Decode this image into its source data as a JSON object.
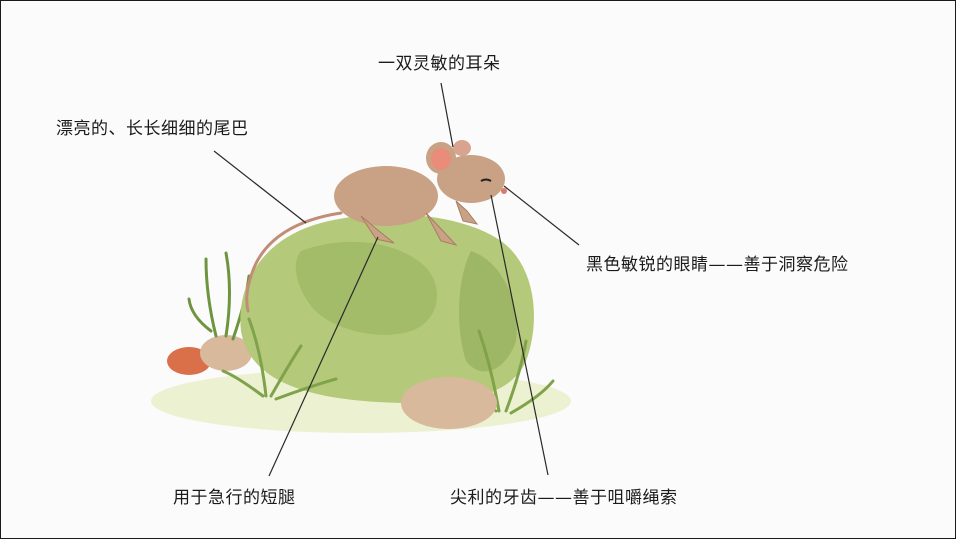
{
  "labels": {
    "ears": "一双灵敏的耳朵",
    "tail": "漂亮的、长长细细的尾巴",
    "eyes": "黑色敏锐的眼睛——善于洞察危险",
    "legs": "用于急行的短腿",
    "teeth": "尖利的牙齿——善于咀嚼绳索"
  },
  "colors": {
    "rock": "#b5c97a",
    "rock_shade": "#8fae55",
    "mouse_fur": "#c9a184",
    "ear_inner": "#e98c7a",
    "grass": "#7fa24a",
    "pebble": "#d8b99c",
    "red_stone": "#d9704a",
    "leader_line": "#2a2a2a"
  }
}
